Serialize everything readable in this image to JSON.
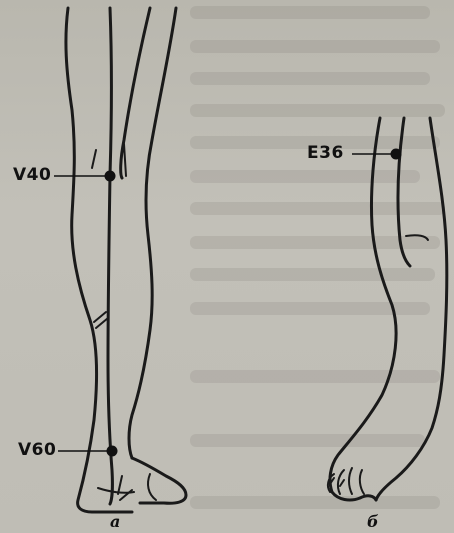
{
  "figure": {
    "points": {
      "v40": "V40",
      "v60": "V60",
      "e36": "E36"
    },
    "captions": {
      "a": "а",
      "b": "б"
    }
  }
}
